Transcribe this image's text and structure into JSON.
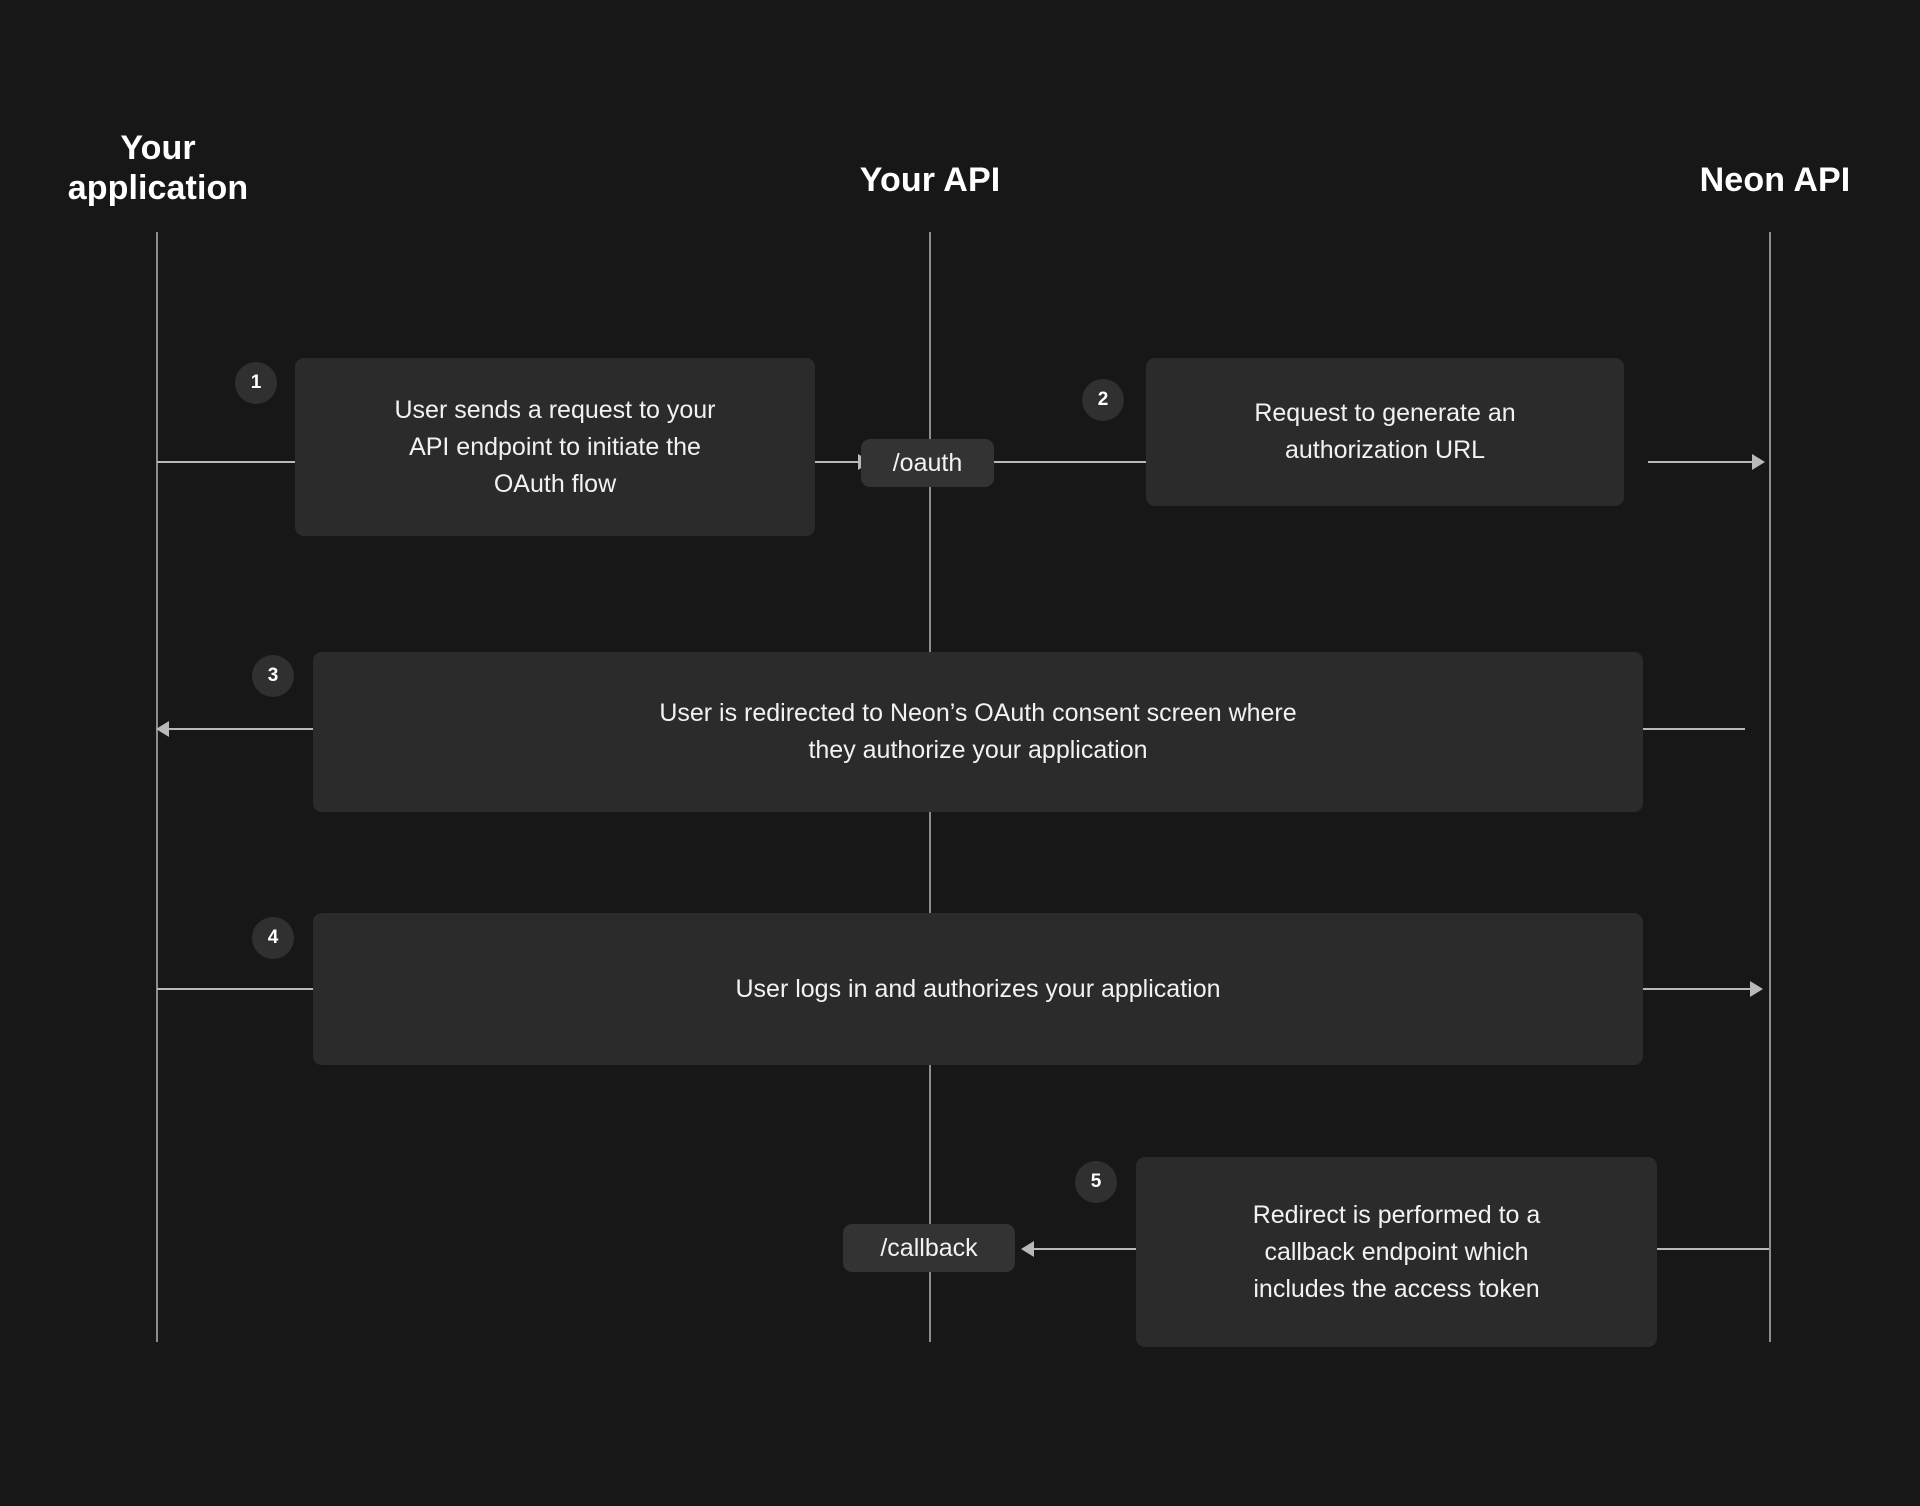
{
  "diagram": {
    "title": "Neon OAuth flow sequence diagram",
    "background_color": "#171717",
    "box_color": "#2b2b2b",
    "pill_color": "#333333",
    "line_color": "#b9b9b9",
    "text_color": "#f2f2f2"
  },
  "lanes": [
    {
      "id": "your-application",
      "label": "Your\napplication"
    },
    {
      "id": "your-api",
      "label": "Your API"
    },
    {
      "id": "neon-api",
      "label": "Neon API"
    }
  ],
  "steps": [
    {
      "number": "1",
      "text": "User sends a request to your\nAPI endpoint to initiate the\nOAuth flow",
      "from": "your-application",
      "to": "your-api"
    },
    {
      "number": "2",
      "text": "Request to generate an\nauthorization URL",
      "from": "your-api",
      "to": "neon-api"
    },
    {
      "number": "3",
      "text": "User is redirected to Neon’s OAuth consent screen where\nthey authorize your application",
      "from": "neon-api",
      "to": "your-application"
    },
    {
      "number": "4",
      "text": "User logs in and authorizes your application",
      "from": "your-application",
      "to": "neon-api"
    },
    {
      "number": "5",
      "text": "Redirect is performed to a\ncallback endpoint which\nincludes the access token",
      "from": "neon-api",
      "to": "your-api"
    }
  ],
  "endpoints": [
    {
      "id": "oauth",
      "label": "/oauth"
    },
    {
      "id": "callback",
      "label": "/callback"
    }
  ]
}
